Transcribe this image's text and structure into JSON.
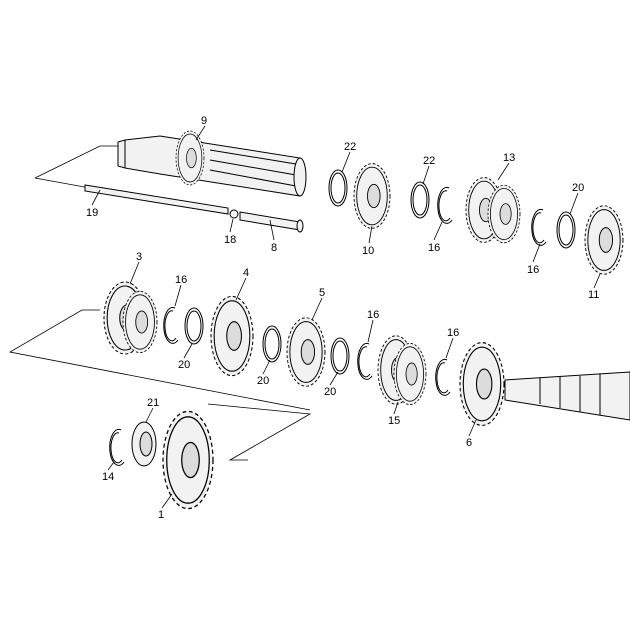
{
  "labels": {
    "p1": "1",
    "p3": "3",
    "p4": "4",
    "p5": "5",
    "p6": "6",
    "p8": "8",
    "p9": "9",
    "p10": "10",
    "p11": "11",
    "p13": "13",
    "p14": "14",
    "p15": "15",
    "p16a": "16",
    "p16b": "16",
    "p16c": "16",
    "p16d": "16",
    "p16e": "16",
    "p18": "18",
    "p19": "19",
    "p20a": "20",
    "p20b": "20",
    "p20c": "20",
    "p20d": "20",
    "p21": "21",
    "p22a": "22",
    "p22b": "22"
  }
}
